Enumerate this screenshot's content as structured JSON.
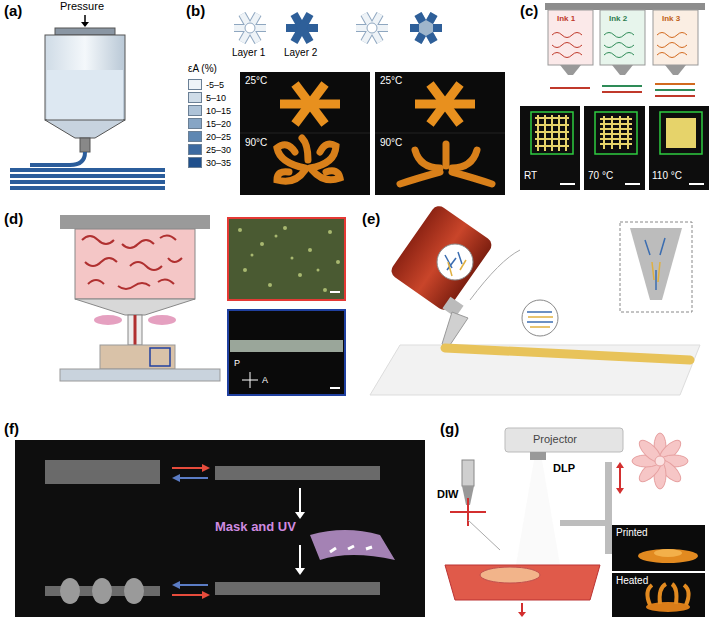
{
  "diagram": {
    "labels": [
      "(a)",
      "Pressure",
      "(b)",
      "Layer 1",
      "Layer 2",
      "εA (%)",
      "25°C",
      "90°C",
      "25°C",
      "90°C",
      "(c)",
      "Ink 1",
      "Ink 2",
      "Ink 3",
      "RT",
      "70 °C",
      "110 °C",
      "(d)",
      "P",
      "A",
      "(e)",
      "(f)",
      "Mask and UV",
      "(g)",
      "Projector",
      "DLP",
      "DIW",
      "Printed",
      "Heated"
    ],
    "legend": [
      {
        "text": "-5–5",
        "color": "#eef3f7"
      },
      {
        "text": "5–10",
        "color": "#cfdce8"
      },
      {
        "text": "10–15",
        "color": "#aec3d8"
      },
      {
        "text": "15–20",
        "color": "#86a5c5"
      },
      {
        "text": "20–25",
        "color": "#5e87b2"
      },
      {
        "text": "25–30",
        "color": "#3d6aa0"
      },
      {
        "text": "30–35",
        "color": "#1f4f8c"
      }
    ]
  }
}
